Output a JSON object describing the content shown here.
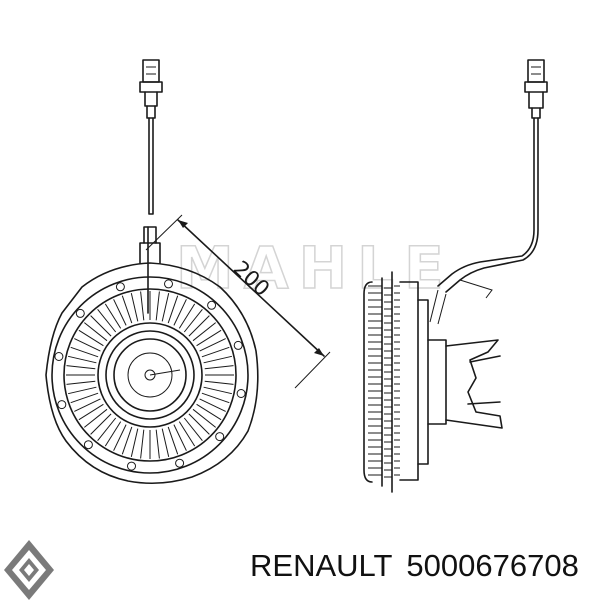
{
  "diagram": {
    "dimension_label": "200",
    "watermark": "MAHLE"
  },
  "caption": {
    "brand": "RENAULT",
    "part_number": "5000676708"
  },
  "colors": {
    "line": "#1a1a1a",
    "watermark": "#d4d4d4",
    "logo": "#7a7a7a"
  }
}
